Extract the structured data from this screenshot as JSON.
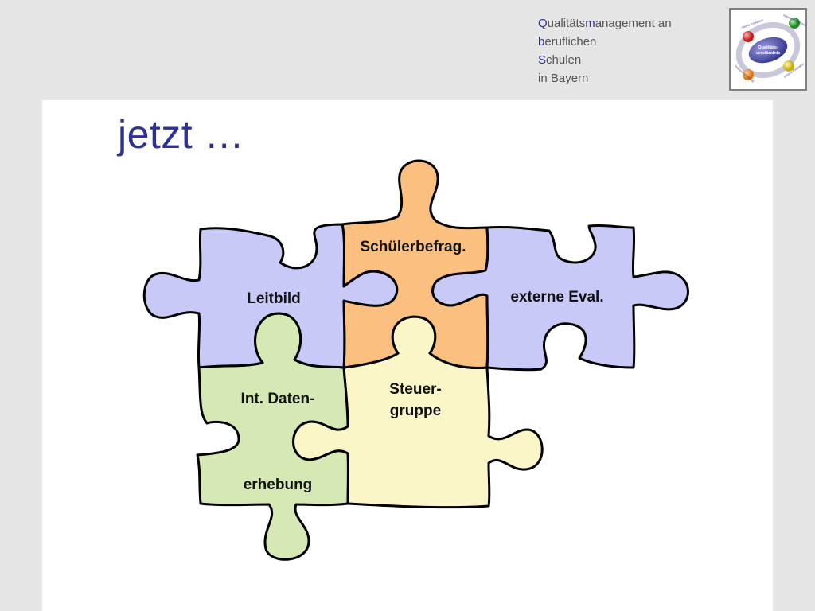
{
  "header": {
    "lines": [
      {
        "initial": "Q",
        "middle": "ualitäts",
        "initial2": "m",
        "rest": "anagement an"
      },
      {
        "initial": "b",
        "rest": "eruflichen"
      },
      {
        "initial": "S",
        "rest": "chulen"
      },
      {
        "initial": "",
        "rest": "in Bayern"
      }
    ]
  },
  "logo": {
    "center_text": [
      "Qualitäts-",
      "verständnis"
    ],
    "ring_labels": [
      "Interne Evaluation",
      "Individual-feedback",
      "Externe Evaluation",
      "Prozess-steuerung"
    ],
    "colors": {
      "ring": "#4a4aa8",
      "red": "#d92a2a",
      "green": "#2fa12f",
      "yellow": "#e9d21c",
      "orange": "#f28c1e"
    }
  },
  "slide": {
    "title": "jetzt …"
  },
  "puzzle": {
    "pieces": [
      {
        "id": "leitbild",
        "lines": [
          "Leitbild"
        ],
        "color": "#c9c9f7"
      },
      {
        "id": "schuelerbefrag",
        "lines": [
          "Schülerbefrag."
        ],
        "color": "#fbbf80"
      },
      {
        "id": "externe-eval",
        "lines": [
          "externe Eval."
        ],
        "color": "#c9c9f7"
      },
      {
        "id": "int-daten",
        "lines": [
          "Int. Daten-",
          "erhebung"
        ],
        "color": "#d6e8b4"
      },
      {
        "id": "steuergruppe",
        "lines": [
          "Steuer-",
          "gruppe"
        ],
        "color": "#fbf6c8"
      }
    ]
  }
}
